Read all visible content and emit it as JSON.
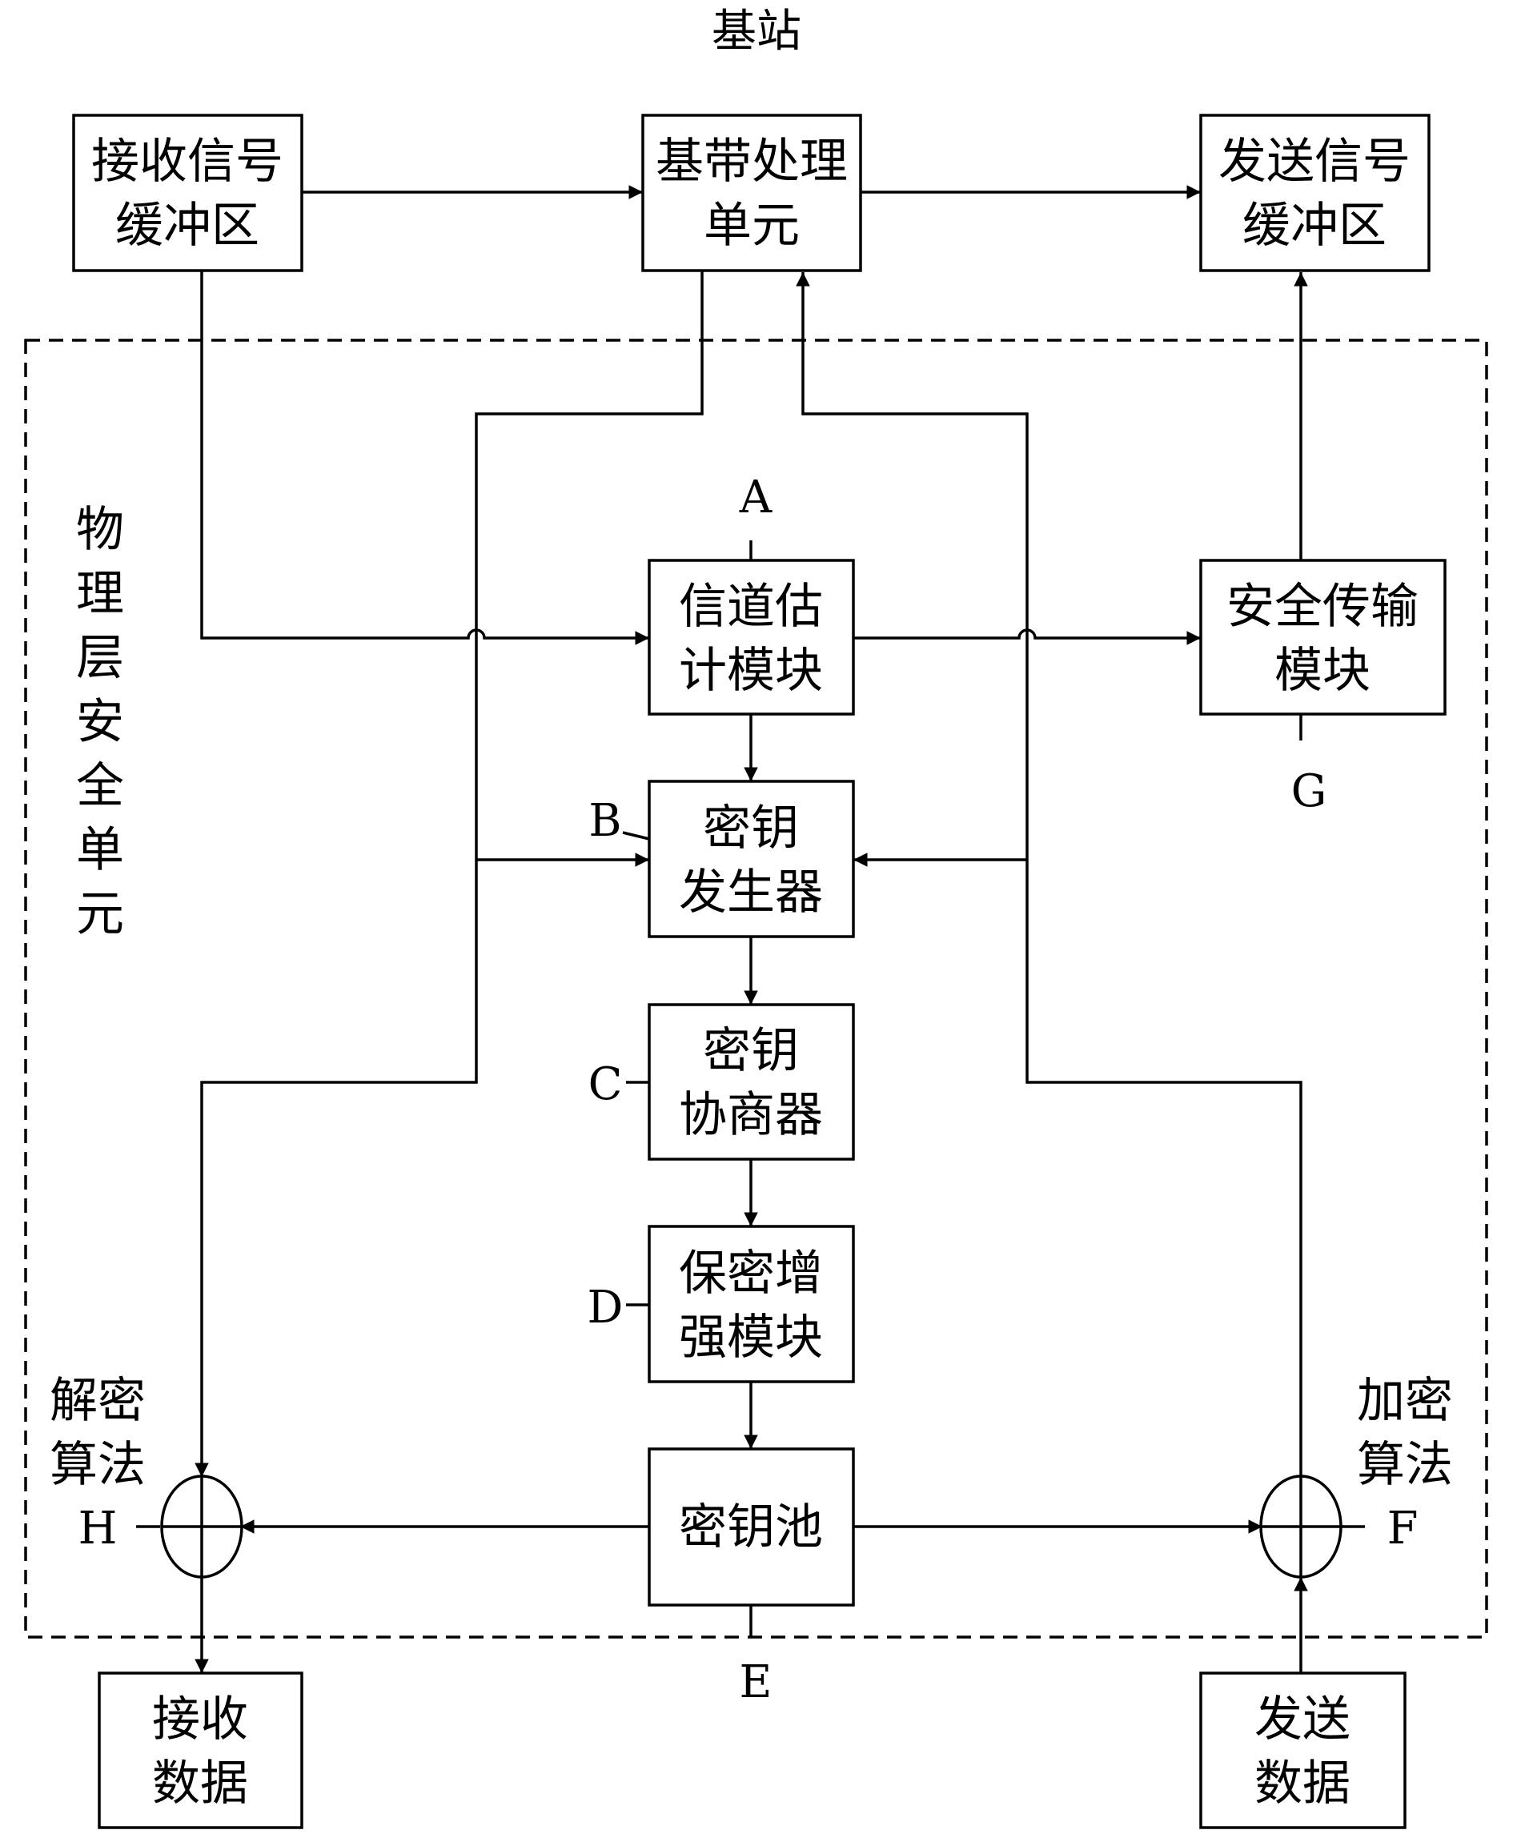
{
  "title": "基站",
  "boxes": {
    "rx_buffer": [
      "接收信号",
      "缓冲区"
    ],
    "baseband": [
      "基带处理",
      "单元"
    ],
    "tx_buffer": [
      "发送信号",
      "缓冲区"
    ],
    "channel_est": [
      "信道估",
      "计模块"
    ],
    "secure_tx": [
      "安全传输",
      "模块"
    ],
    "key_gen": [
      "密钥",
      "发生器"
    ],
    "key_neg": [
      "密钥",
      "协商器"
    ],
    "privacy": [
      "保密增",
      "强模块"
    ],
    "key_pool": [
      "密钥池"
    ],
    "rx_data": [
      "接收",
      "数据"
    ],
    "tx_data": [
      "发送",
      "数据"
    ]
  },
  "region_label": [
    "物",
    "理",
    "层",
    "安",
    "全",
    "单",
    "元"
  ],
  "decrypt_label": [
    "解密",
    "算法"
  ],
  "encrypt_label": [
    "加密",
    "算法"
  ],
  "points": {
    "A": "A",
    "B": "B",
    "C": "C",
    "D": "D",
    "E": "E",
    "F": "F",
    "G": "G",
    "H": "H"
  }
}
